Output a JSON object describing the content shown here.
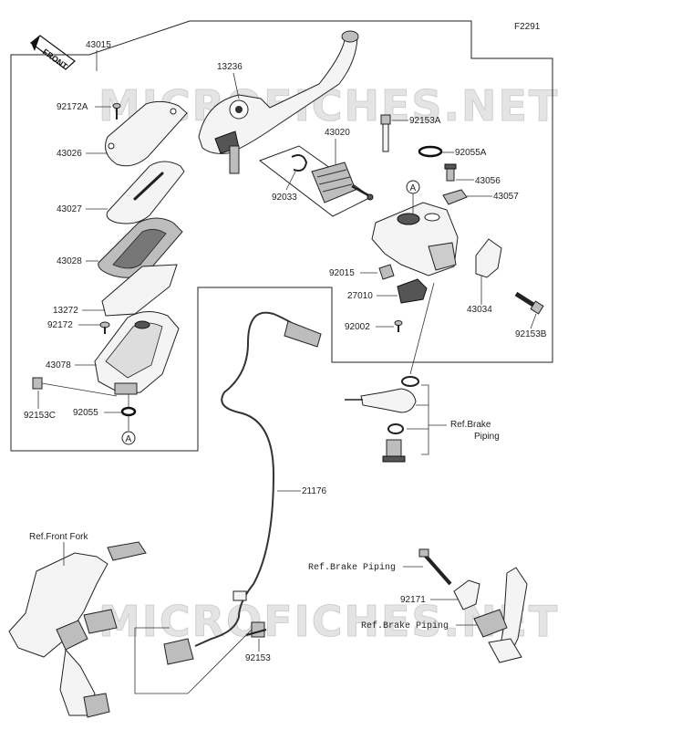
{
  "figure_code": "F2291",
  "front_label": "FRONT",
  "watermark": "MICROFICHES.NET",
  "parts": {
    "p43015": "43015",
    "p92172A": "92172A",
    "p43026": "43026",
    "p43027": "43027",
    "p43028": "43028",
    "p13272": "13272",
    "p92172": "92172",
    "p43078": "43078",
    "p92153C": "92153C",
    "p92055": "92055",
    "p13236": "13236",
    "p43020": "43020",
    "p92033": "92033",
    "p92153A": "92153A",
    "p92055A": "92055A",
    "p43056": "43056",
    "p43057": "43057",
    "p92015": "92015",
    "p27010": "27010",
    "p92002": "92002",
    "p43034": "43034",
    "p92153B": "92153B",
    "p21176": "21176",
    "p92171": "92171",
    "p92153": "92153"
  },
  "refs": {
    "circle_a": "A",
    "brake_piping_1": "Ref.Brake",
    "brake_piping_1b": "Piping",
    "front_fork": "Ref.Front Fork",
    "brake_piping_2": "Ref.Brake Piping",
    "brake_piping_3": "Ref.Brake Piping"
  }
}
